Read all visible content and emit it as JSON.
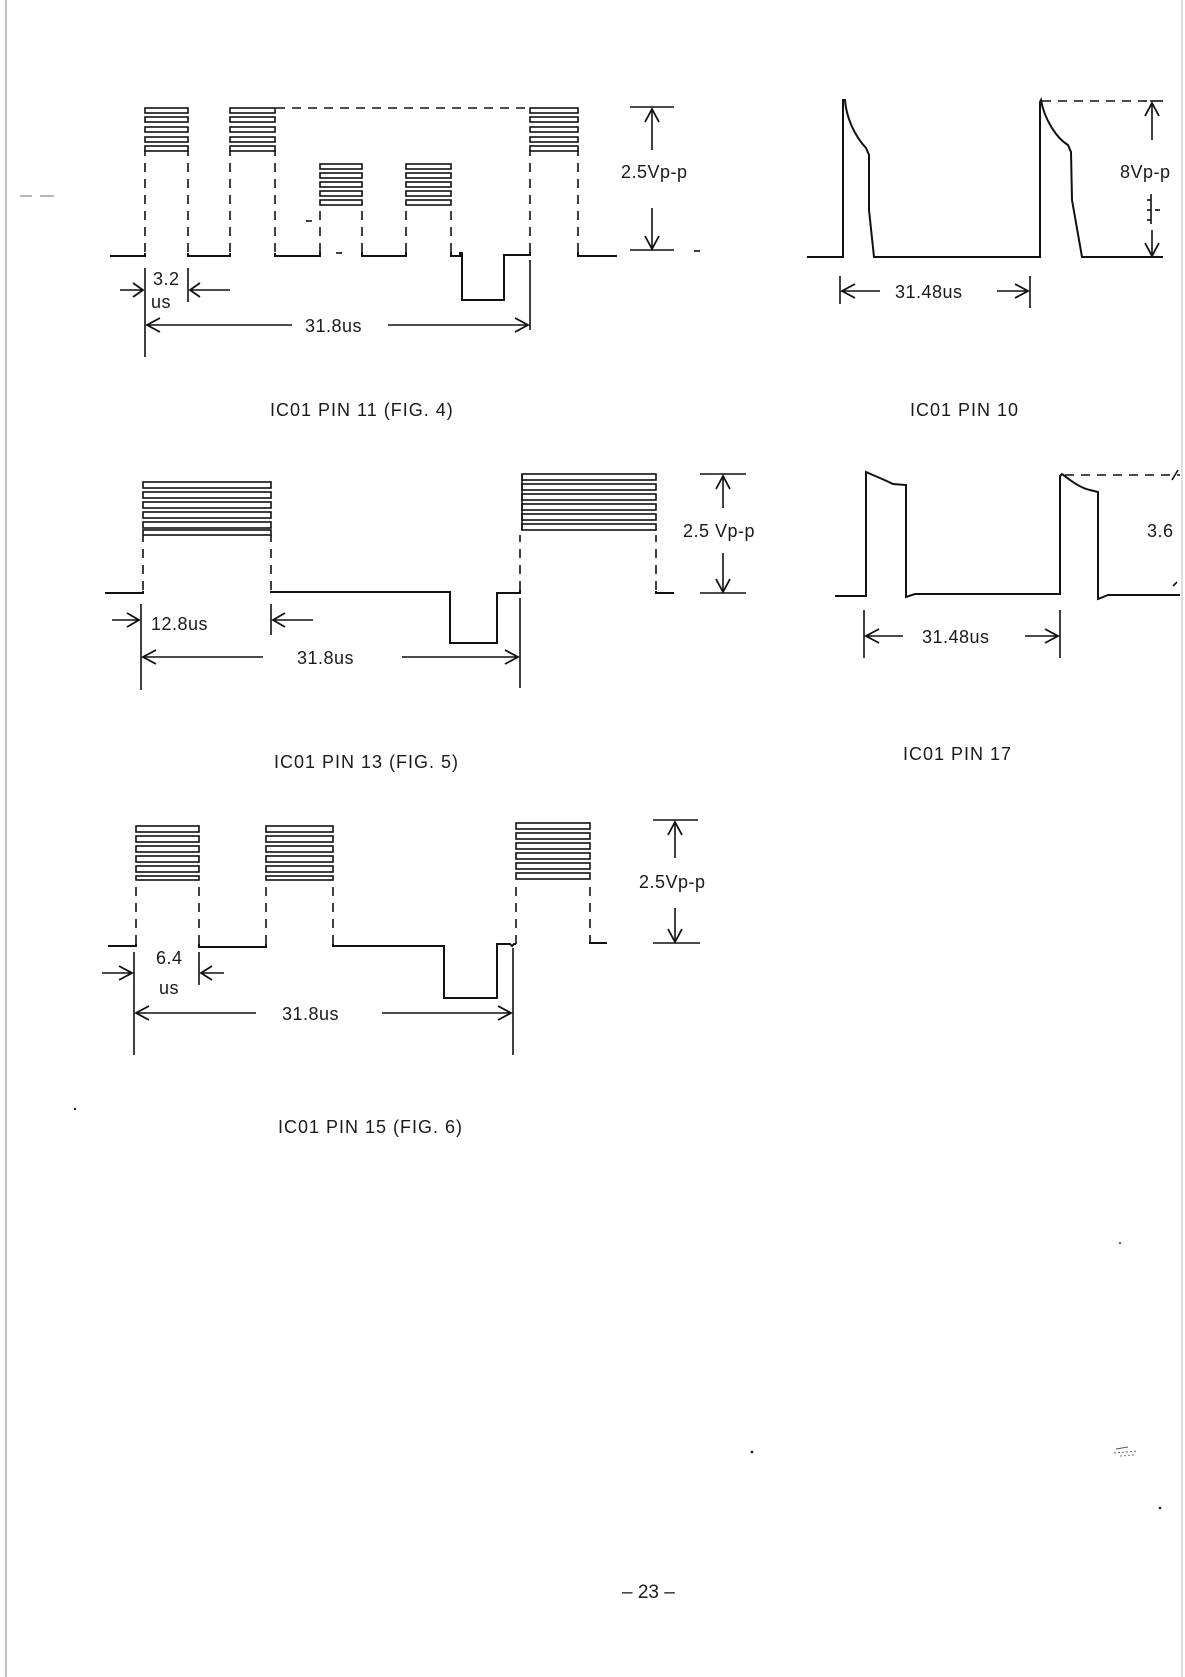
{
  "page_number": "– 23 –",
  "figures": [
    {
      "id": "pin11",
      "caption": "IC01 PIN 11 (FIG. 4)",
      "amplitude": "2.5Vp-p",
      "pulse_width": "3.2",
      "pulse_width_unit": "us",
      "period": "31.8us"
    },
    {
      "id": "pin10",
      "caption": "IC01 PIN 10",
      "amplitude": "8Vp-p",
      "period": "31.48us"
    },
    {
      "id": "pin13",
      "caption": "IC01 PIN 13 (FIG. 5)",
      "amplitude": "2.5 Vp-p",
      "pulse_width": "12.8us",
      "period": "31.8us"
    },
    {
      "id": "pin17",
      "caption": "IC01 PIN 17",
      "amplitude": "3.6",
      "period": "31.48us"
    },
    {
      "id": "pin15",
      "caption": "IC01 PIN 15 (FIG. 6)",
      "amplitude": "2.5Vp-p",
      "pulse_width": "6.4",
      "pulse_width_unit": "us",
      "period": "31.8us"
    }
  ]
}
